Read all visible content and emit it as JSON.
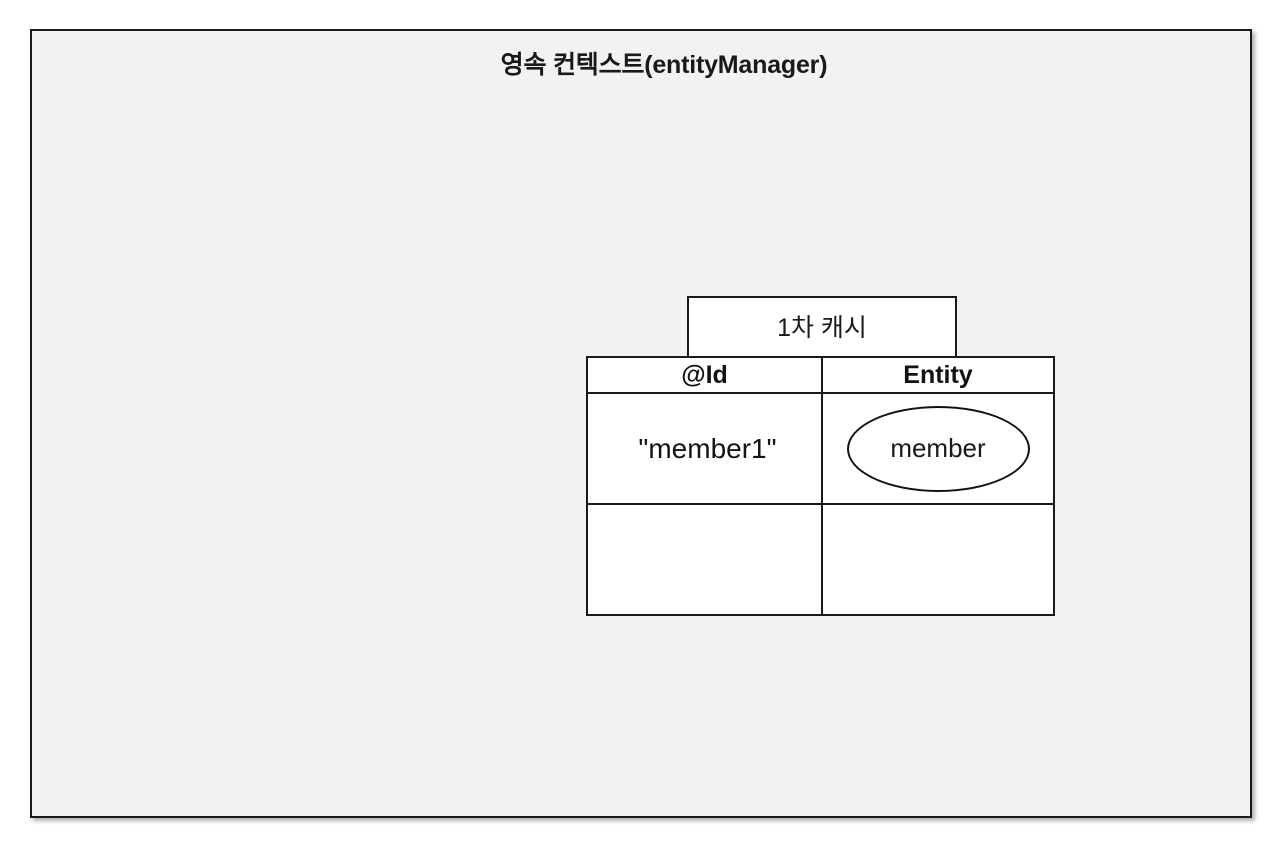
{
  "slide": {
    "title": "영속 컨텍스트(entityManager)",
    "background_color": "#f2f2f1",
    "border_color": "#1a1a1a",
    "page_background_color": "#ffffff"
  },
  "cache_box": {
    "label": "1차 캐시"
  },
  "cache_table": {
    "columns": [
      {
        "key": "id",
        "header": "@Id"
      },
      {
        "key": "entity",
        "header": "Entity"
      }
    ],
    "rows": [
      {
        "id": "\"member1\"",
        "entity_shape": "ellipse",
        "entity": "member"
      },
      {
        "id": "",
        "entity_shape": "none",
        "entity": ""
      }
    ]
  }
}
